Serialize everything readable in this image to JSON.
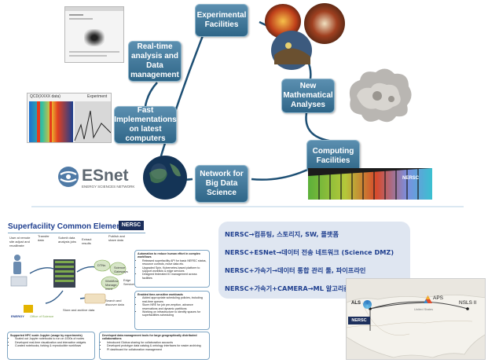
{
  "nodes": {
    "experimental": "Experimental Facilities",
    "realtime": "Real-time analysis and Data management",
    "math": "New Mathematical Analyses",
    "fast": "Fast Implementations on latest computers",
    "computing": "Computing Facilities",
    "network": "Network for Big Data Science"
  },
  "esnet": {
    "name": "ESnet",
    "tagline": "ENERGY SCIENCES NETWORK"
  },
  "spectrum": {
    "left": "QCD(XXXX data)",
    "right": "Experiment"
  },
  "super": {
    "title": "Superfacility Common Elements",
    "nersc": "NERSC",
    "labels": {
      "user": "User at remote site adjust and recalibrate",
      "transfer": "Transfer data",
      "submit": "Submit data analysis jobs",
      "extract": "Extract results",
      "publish": "Publish and share data",
      "store": "Store and archive data",
      "search": "Search and discover data",
      "dtns": "DTNs",
      "science": "Science Gateways",
      "workflow": "Workflow Manage-ment",
      "edge": "Edge Services",
      "energy": "ENERGY",
      "office": "Office of Science"
    },
    "automation": {
      "title": "Automation to reduce human effort in complex workflows",
      "items": [
        "Released superfacility API for basic NERSC status, resource controls, move data etc.",
        "Upgraded Spin, Kubernetes-based platform to support workflow & edge services",
        "Designed federated ID management across facilities"
      ]
    },
    "timesens": {
      "title": "Enabled time-sensitive workloads",
      "items": [
        "Added appropriate scheduling policies, including real-time queues",
        "Slurm NRE for job pre-emption, advance reservations and dynamic partitions",
        "Working on infrastructure to identify spaces for superfacilities scheduling"
      ]
    },
    "jupyter": {
      "title": "Supported HPC scale Jupyter (usage by experiments)",
      "items": [
        "Scaled out Jupyter notebooks to run on 1000s of nodes",
        "Developed real-time visualization and interactive widgets",
        "Curated notebooks, forking & reproducible workflows"
      ]
    },
    "datamgmt": {
      "title": "Developed data management tools for large geographically distributed collaborations",
      "items": [
        "Introduced Globus sharing for collaboration accounts",
        "Developed prototype data catalog & ontology interfaces for easier archiving",
        "PI dashboard for collaboration management"
      ]
    }
  },
  "korean": {
    "lines": [
      "NERSC→컴퓨팅, 스토리지, SW, 플랫폼",
      "NERSC+ESNet→데이터 전송 네트워크 (Science DMZ)",
      "NERSC+가속기→데이터 통합 관리 툴, 파이프라인",
      "NERSC+가속기+CAMERA→ML 알고리즘, XI-CAM"
    ]
  },
  "map": {
    "als": "ALS",
    "aps": "APS",
    "nsls": "NSLS II",
    "nersc": "NERSC",
    "country": "United States"
  },
  "colors": {
    "node": "#3a7396",
    "accent": "#1f3f8f",
    "koreanBox": "#dfe6f1"
  }
}
